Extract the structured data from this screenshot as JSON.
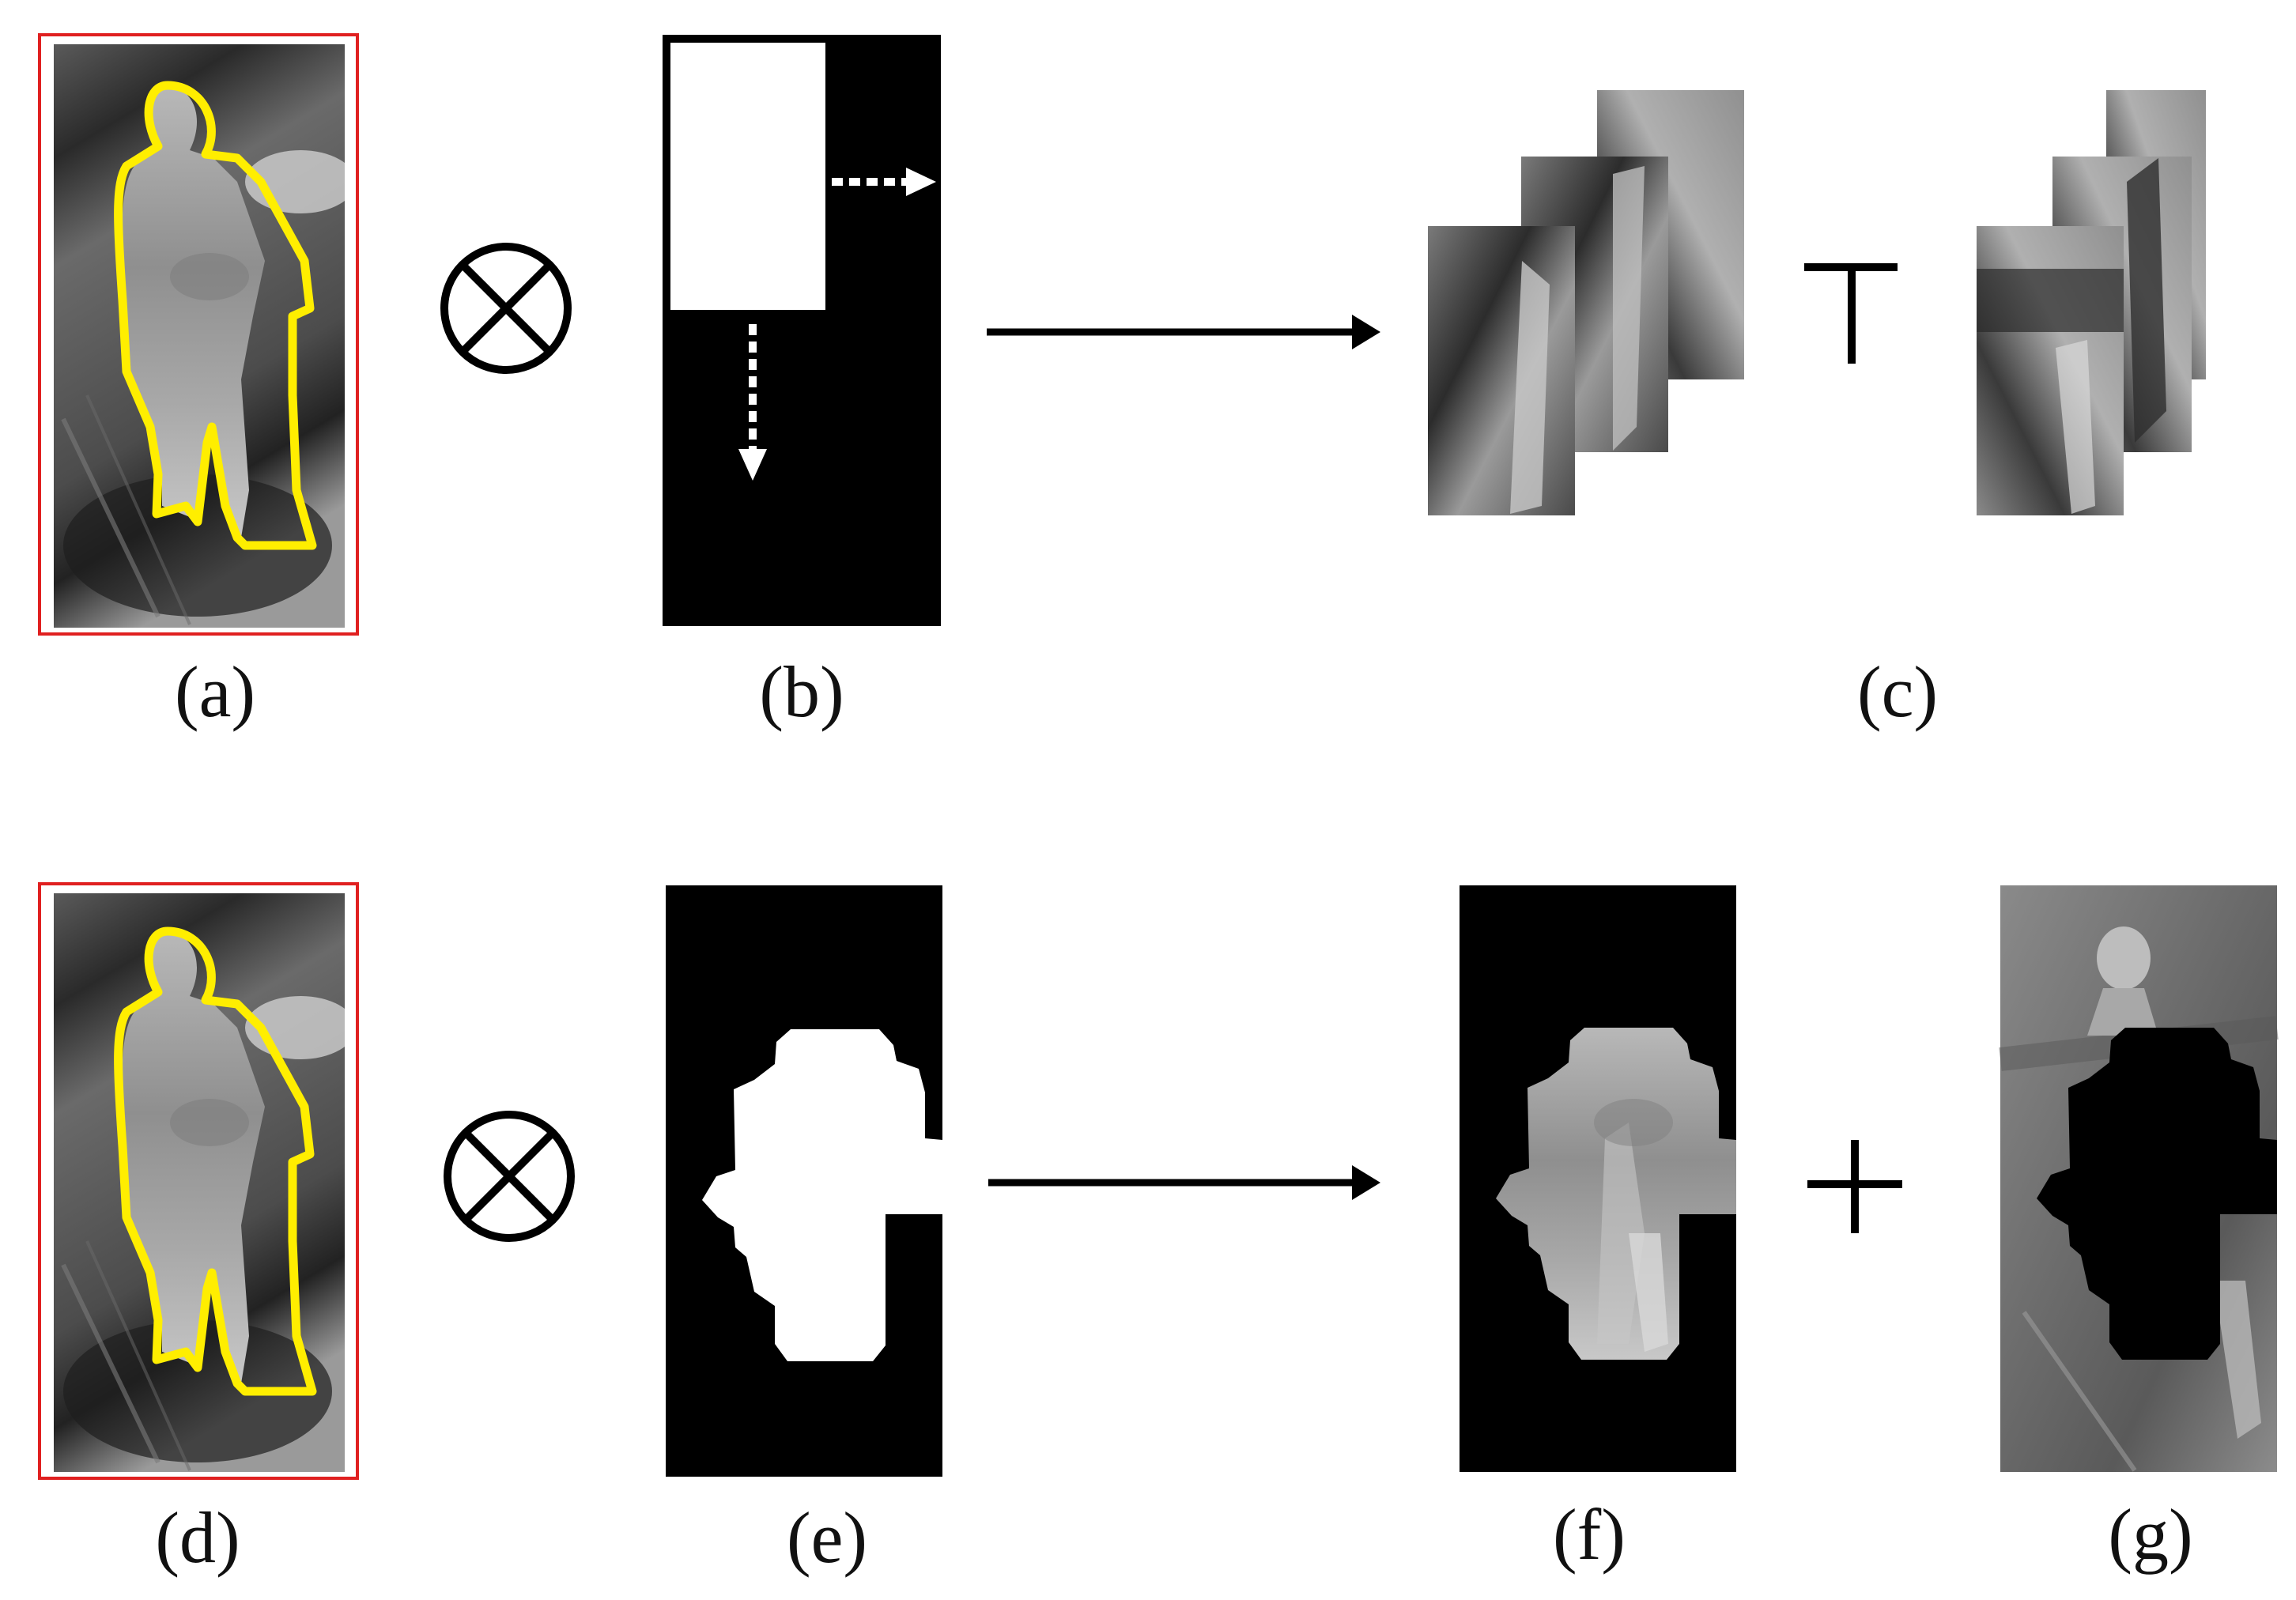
{
  "labels": {
    "a": "(a)",
    "b": "(b)",
    "c": "(c)",
    "d": "(d)",
    "e": "(e)",
    "f": "(f)",
    "g": "(g)"
  },
  "symbols": {
    "multiply": "circled-times-operator",
    "add": "plus-sign",
    "arrow": "right-arrow"
  },
  "colors": {
    "outline": "#ffee00",
    "frame": "#e02020",
    "mask_fg": "#ffffff",
    "mask_bg": "#000000"
  }
}
